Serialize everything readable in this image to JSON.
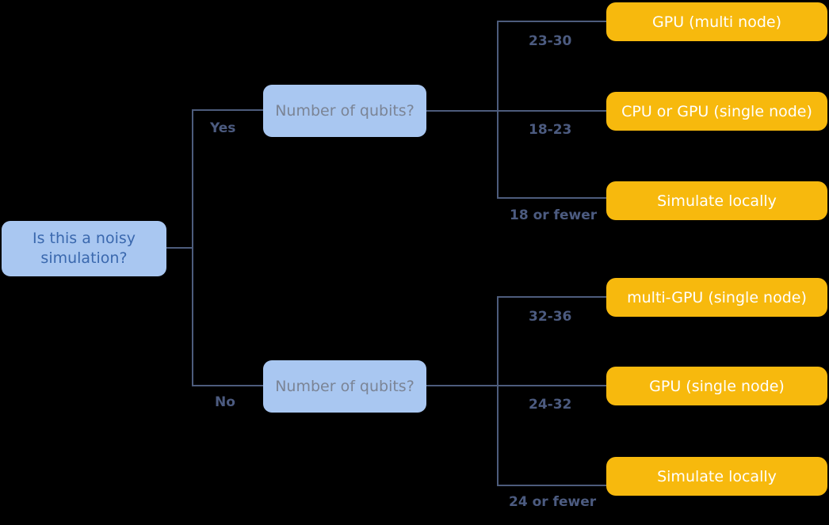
{
  "root": {
    "label": "Is this a noisy simulation?"
  },
  "branches": [
    {
      "answer": "Yes",
      "question": "Number of qubits?",
      "outcomes": [
        {
          "range": "23-30",
          "result": "GPU (multi node)"
        },
        {
          "range": "18-23",
          "result": "CPU or GPU (single node)"
        },
        {
          "range": "18 or fewer",
          "result": "Simulate locally"
        }
      ]
    },
    {
      "answer": "No",
      "question": "Number of qubits?",
      "outcomes": [
        {
          "range": "32-36",
          "result": "multi-GPU (single node)"
        },
        {
          "range": "24-32",
          "result": "GPU (single node)"
        },
        {
          "range": "24 or fewer",
          "result": "Simulate locally"
        }
      ]
    }
  ],
  "colors": {
    "background": "#000000",
    "node_blue": "#A9C7F1",
    "node_orange": "#F7B90D",
    "connector": "#4D5C7C",
    "root_text": "#3A68AE",
    "question_text": "#7B8495",
    "leaf_text": "#FFFFFF",
    "edge_label_text": "#4C5B80"
  }
}
